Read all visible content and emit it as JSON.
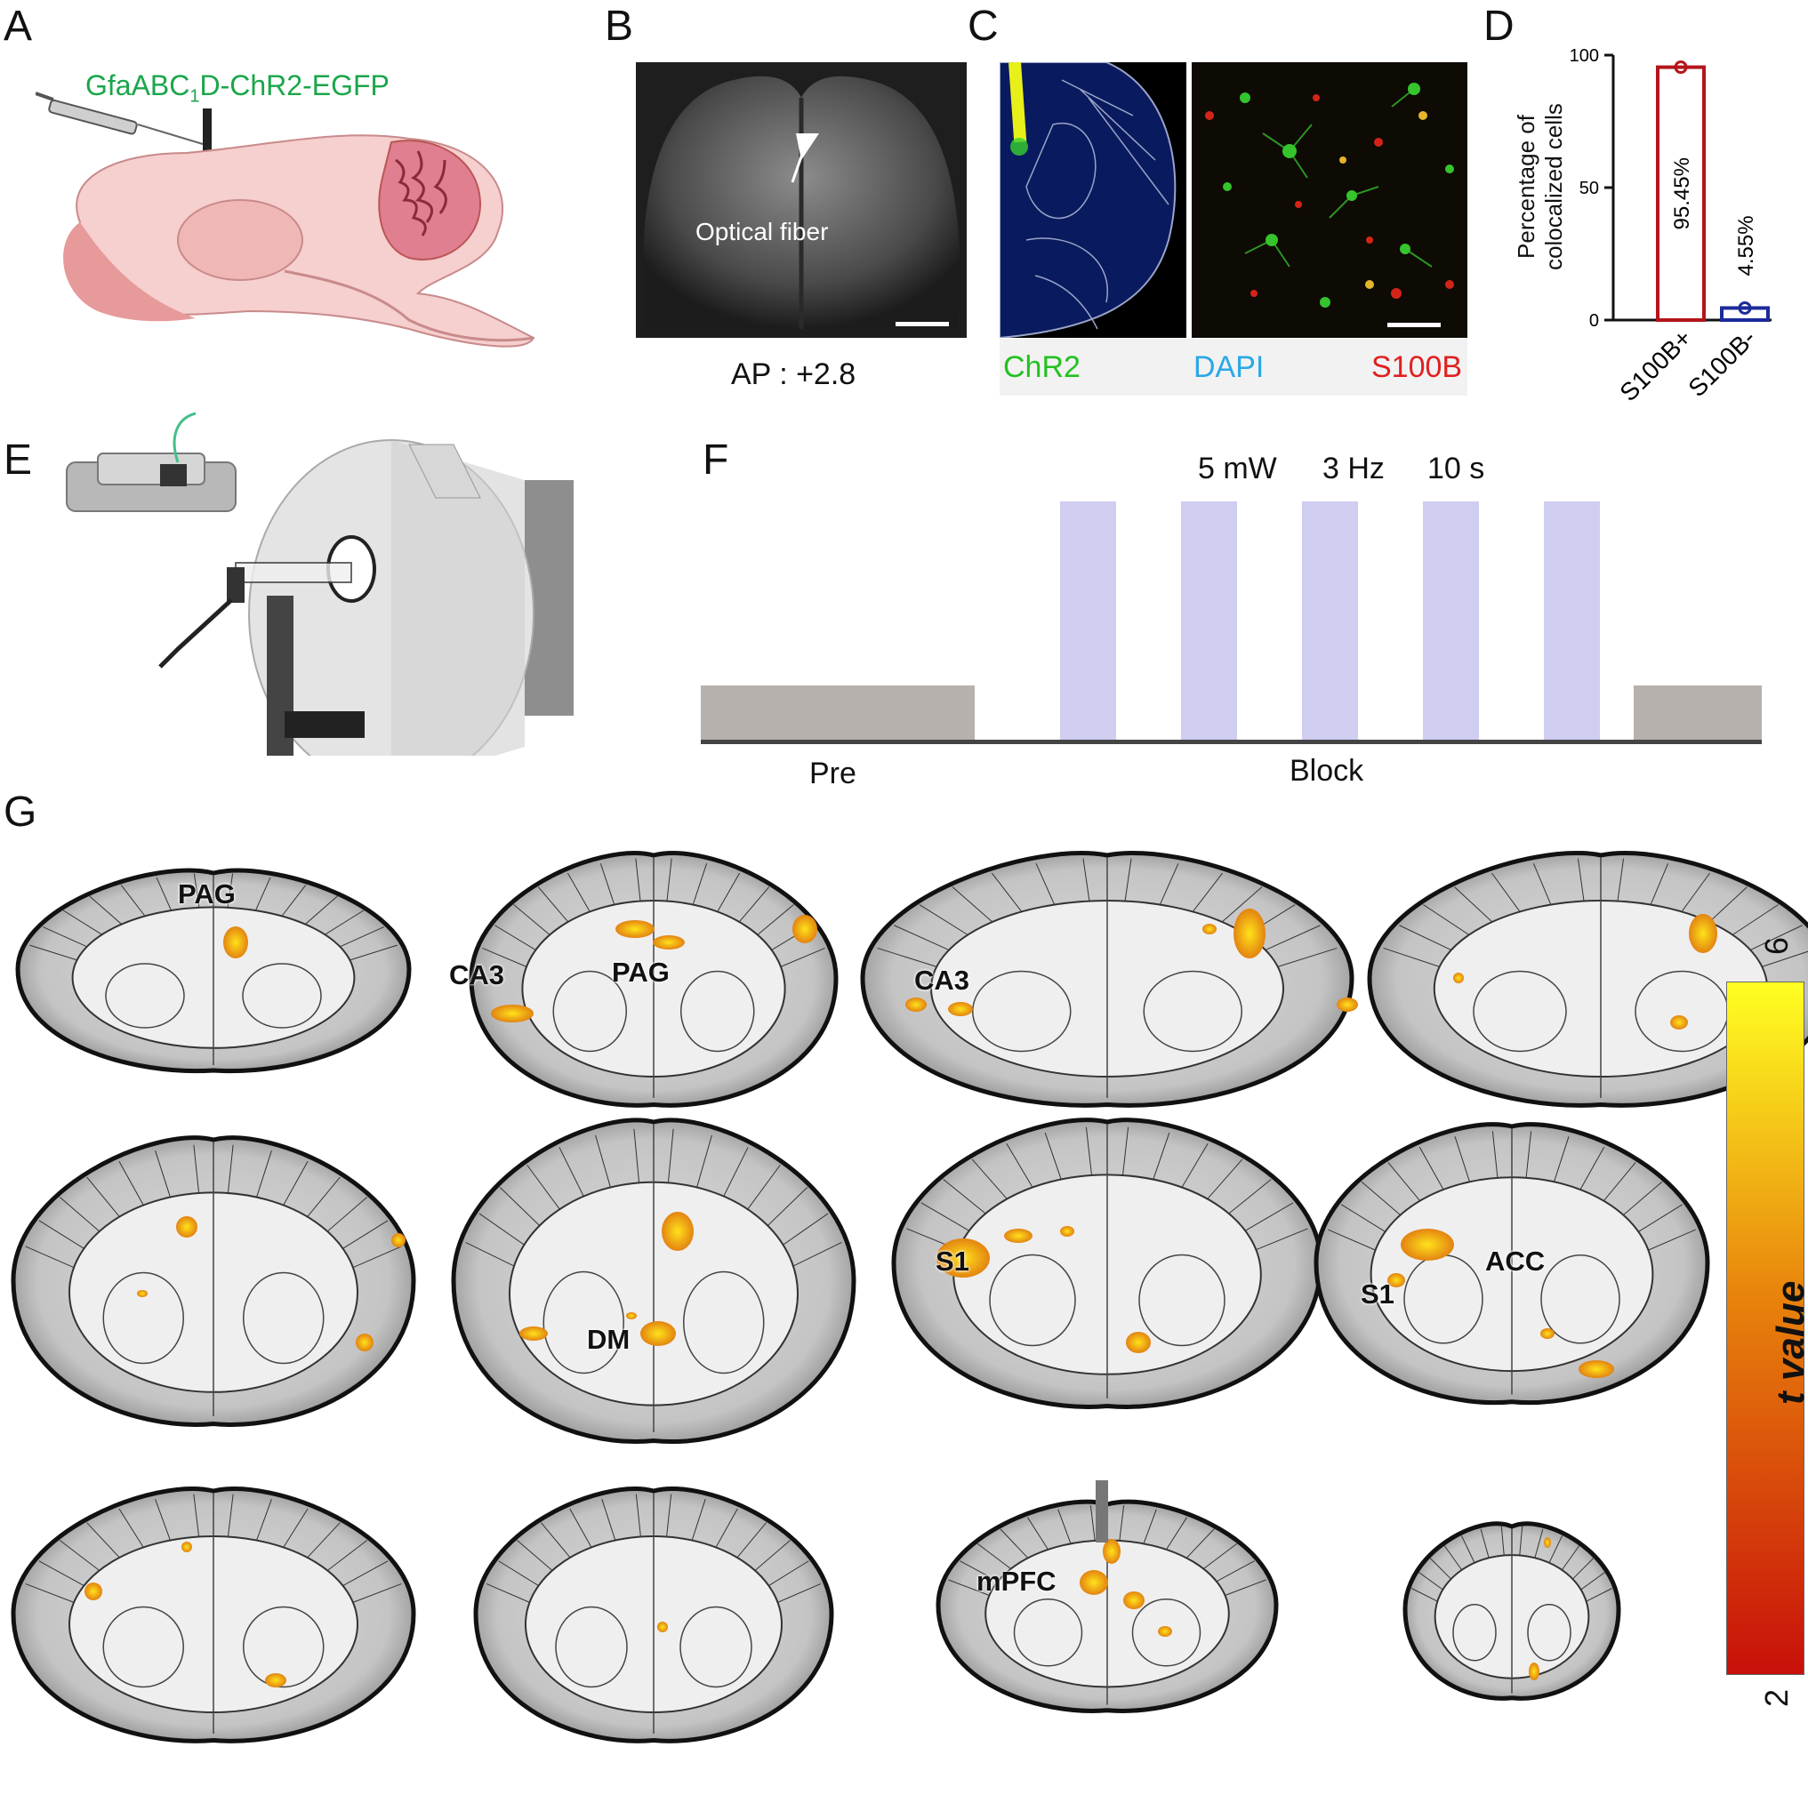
{
  "panels": {
    "A": {
      "letter": "A",
      "construct_prefix": "GfaABC",
      "construct_sub": "1",
      "construct_suffix": "D-ChR2-EGFP"
    },
    "B": {
      "letter": "B",
      "annotation": "Optical fiber",
      "coord_label": "AP : +2.8"
    },
    "C": {
      "letter": "C",
      "channels": [
        {
          "name": "ChR2",
          "color": "#22c21f"
        },
        {
          "name": "DAPI",
          "color": "#2aa8e6"
        },
        {
          "name": "S100B",
          "color": "#e02020"
        }
      ]
    },
    "D": {
      "letter": "D"
    },
    "E": {
      "letter": "E"
    },
    "F": {
      "letter": "F",
      "params": [
        "5 mW",
        "3 Hz",
        "10 s"
      ],
      "pre_label": "Pre",
      "block_label": "Block"
    },
    "G": {
      "letter": "G",
      "labels": {
        "pag1": "PAG",
        "ca3a": "CA3",
        "pag2": "PAG",
        "ca3b": "CA3",
        "dm": "DM",
        "s1a": "S1",
        "s1b": "S1",
        "acc": "ACC",
        "mpfc": "mPFC"
      },
      "colorbar": {
        "label": "t value",
        "min": "2",
        "max": "6",
        "color_low": "#c8100a",
        "color_mid": "#e8840c",
        "color_high": "#ffff22"
      }
    }
  },
  "chart_data": {
    "type": "bar",
    "categories": [
      "S100B+",
      "S100B-"
    ],
    "values": [
      95.45,
      4.55
    ],
    "value_labels": [
      "95.45%",
      "4.55%"
    ],
    "colors": [
      "#b3151b",
      "#1c2a9a"
    ],
    "ylabel_lines": [
      "Percentage of",
      "colocalized cells"
    ],
    "yticks": [
      0,
      50,
      100
    ],
    "ylim": [
      0,
      100
    ]
  }
}
